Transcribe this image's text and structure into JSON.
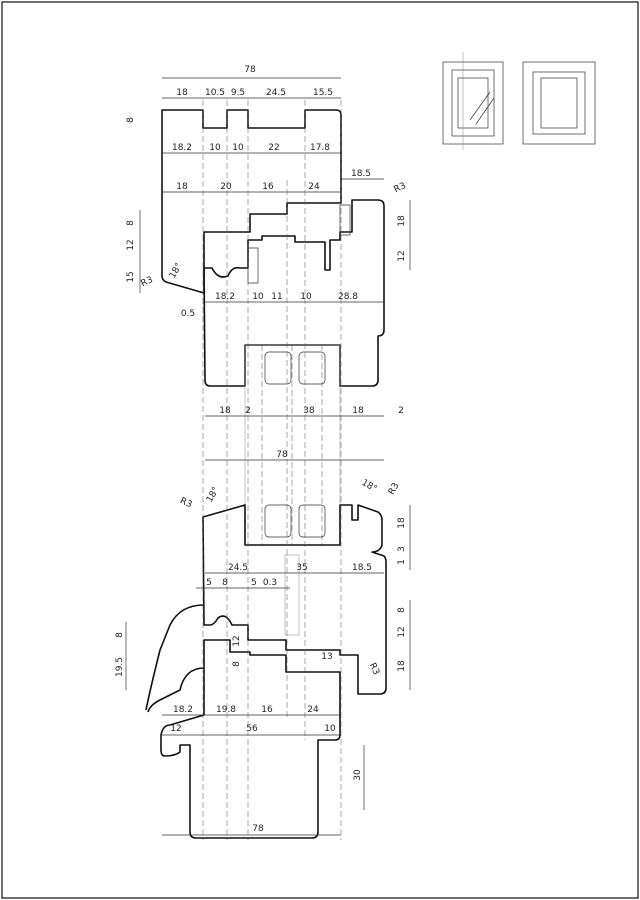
{
  "drawing": {
    "title": "Window profile cross-section",
    "labels": [
      "78",
      "18",
      "10.5",
      "9.5",
      "24.5",
      "15.5",
      "8",
      "18.2",
      "10",
      "10",
      "22",
      "17.8",
      "18",
      "20",
      "16",
      "24",
      "18.5",
      "R3",
      "18",
      "12",
      "8",
      "12",
      "15",
      "R3",
      "18°",
      "18.2",
      "10",
      "11",
      "10",
      "28.8",
      "0.5",
      "18",
      "2",
      "38",
      "18",
      "2",
      "78",
      "18°",
      "R3",
      "18°",
      "R3",
      "18",
      "3",
      "1",
      "24.5",
      "35",
      "18.5",
      "5",
      "8",
      "5",
      "0.3",
      "8",
      "19.5",
      "12",
      "8",
      "13",
      "R3",
      "8",
      "12",
      "18",
      "18.2",
      "19.8",
      "16",
      "24",
      "12",
      "56",
      "10",
      "30",
      "78"
    ]
  }
}
